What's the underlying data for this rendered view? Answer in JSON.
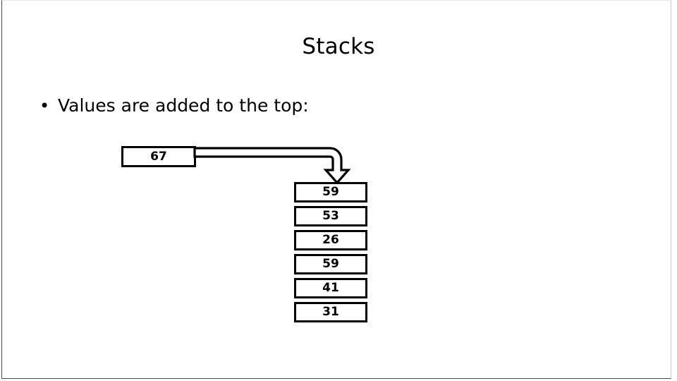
{
  "slide": {
    "title": "Stacks",
    "bullet_marker": "•",
    "bullet_text": "Values are added to the top:",
    "background_color": "#ffffff",
    "text_color": "#000000",
    "frame_color": "#4a4a4a"
  },
  "diagram": {
    "incoming_value": "67",
    "arrow": {
      "name": "bent-arrow-down",
      "direction": "right-then-down",
      "style": "outlined",
      "stroke_color": "#000000",
      "fill_color": "#ffffff"
    },
    "stack": {
      "label": "stack",
      "top_to_bottom": true,
      "boxes": [
        {
          "value": "59"
        },
        {
          "value": "53"
        },
        {
          "value": "26"
        },
        {
          "value": "59"
        },
        {
          "value": "41"
        },
        {
          "value": "31"
        }
      ]
    }
  }
}
